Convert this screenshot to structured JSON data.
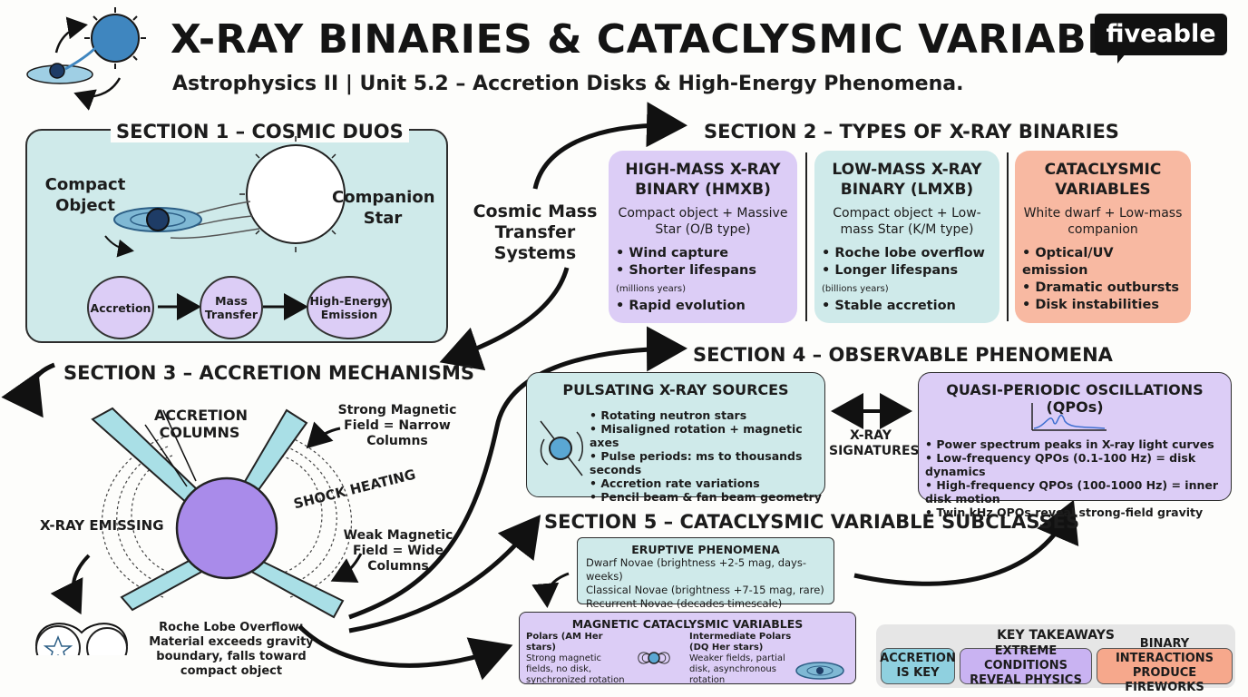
{
  "header": {
    "title": "X-RAY BINARIES & CATACLYSMIC VARIABLES",
    "subtitle": "Astrophysics II | Unit 5.2 – Accretion Disks & High-Energy Phenomena.",
    "logo": "fiveable"
  },
  "section1": {
    "heading": "SECTION 1 – COSMIC DUOS",
    "compact_object": "Compact Object",
    "companion_star": "Companion Star",
    "flow": [
      "Accretion",
      "Mass Transfer",
      "High-Energy Emission"
    ]
  },
  "center_label": "Cosmic Mass Transfer Systems",
  "section2": {
    "heading": "SECTION 2 – TYPES OF X-RAY BINARIES",
    "columns": [
      {
        "title": "HIGH-MASS X-RAY BINARY (HMXB)",
        "desc": "Compact object + Massive Star (O/B type)",
        "bullets": [
          "Wind capture",
          "Shorter lifespans",
          "Rapid evolution"
        ],
        "note": "(millions years)",
        "color": "#dccdf6"
      },
      {
        "title": "LOW-MASS X-RAY BINARY (LMXB)",
        "desc": "Compact object + Low-mass Star (K/M type)",
        "bullets": [
          "Roche lobe overflow",
          "Longer lifespans",
          "Stable accretion"
        ],
        "note": "(billions years)",
        "color": "#cfeaea"
      },
      {
        "title": "CATACLYSMIC VARIABLES",
        "desc": "White dwarf + Low-mass companion",
        "bullets": [
          "Optical/UV emission",
          "Dramatic outbursts",
          "Disk instabilities"
        ],
        "note": "",
        "color": "#f8b9a2"
      }
    ]
  },
  "section3": {
    "heading": "SECTION 3 – ACCRETION MECHANISMS",
    "accretion_columns": "ACCRETION COLUMNS",
    "strong_field": "Strong Magnetic Field = Narrow Columns",
    "shock_heating": "SHOCK HEATING",
    "weak_field": "Weak Magnetic Field = Wide Columns",
    "xray_emissing": "X-RAY EMISSING",
    "roche_overflow": "Roche Lobe Overflow: Material exceeds gravity boundary, falls toward compact object"
  },
  "section4": {
    "heading": "SECTION 4 – OBSERVABLE PHENOMENA",
    "pulsating": {
      "title": "PULSATING X-RAY SOURCES",
      "bullets": [
        "Rotating neutron stars",
        "Misaligned rotation + magnetic axes",
        "Pulse periods: ms to thousands seconds",
        "Accretion rate variations",
        "Pencil beam & fan beam geometry"
      ]
    },
    "xray_signatures": "X-RAY SIGNATURES",
    "qpo": {
      "title": "QUASI-PERIODIC OSCILLATIONS (QPOs)",
      "bullets": [
        "Power spectrum peaks in X-ray light curves",
        "Low-frequency QPOs (0.1-100 Hz) = disk dynamics",
        "High-frequency QPOs (100-1000 Hz) = inner disk motion",
        "Twin kHz QPOs reveal strong-field gravity"
      ]
    }
  },
  "section5": {
    "heading": "SECTION 5 – CATACLYSMIC VARIABLE SUBCLASSES",
    "eruptive": {
      "title": "ERUPTIVE PHENOMENA",
      "lines": [
        "Dwarf Novae (brightness +2-5 mag, days-weeks)",
        "Classical Novae (brightness +7-15 mag, rare)",
        "Recurrent Novae (decades timescale)"
      ]
    },
    "magnetic": {
      "title": "MAGNETIC CATACLYSMIC VARIABLES",
      "polars_title": "Polars (AM Her stars)",
      "polars_desc": "Strong magnetic fields, no disk, synchronized rotation",
      "ip_title": "Intermediate Polars (DQ Her stars)",
      "ip_desc": "Weaker fields, partial disk, asynchronous rotation"
    }
  },
  "takeaways": {
    "heading": "KEY TAKEAWAYS",
    "items": [
      {
        "text": "ACCRETION IS KEY",
        "color": "#8fd0df"
      },
      {
        "text": "EXTREME CONDITIONS REVEAL PHYSICS",
        "color": "#c9b3f2"
      },
      {
        "text": "BINARY INTERACTIONS PRODUCE FIREWORKS",
        "color": "#f6a88c"
      }
    ]
  }
}
